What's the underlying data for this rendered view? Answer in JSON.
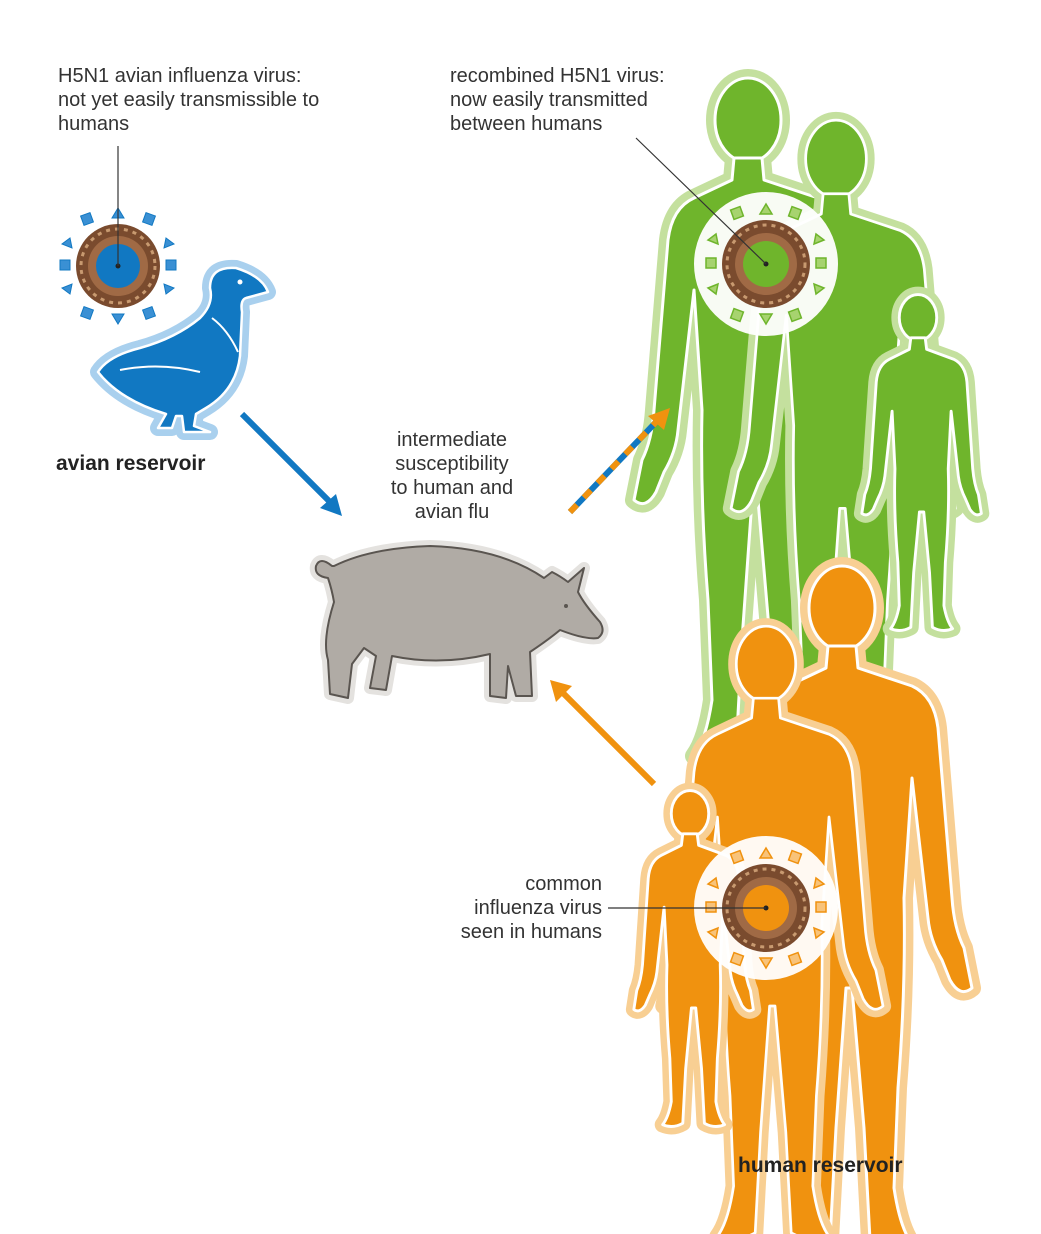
{
  "avian_virus_caption": [
    "H5N1 avian influenza virus:",
    "not yet easily transmissible to",
    "humans"
  ],
  "recombined_virus_caption": [
    "recombined H5N1 virus:",
    "now easily transmitted",
    "between humans"
  ],
  "intermediate_caption": [
    "intermediate",
    "susceptibility",
    "to human and",
    "avian flu"
  ],
  "common_virus_caption": [
    "common",
    "influenza virus",
    "seen in humans"
  ],
  "avian_reservoir_label": "avian reservoir",
  "human_reservoir_label": "human reservoir",
  "colors": {
    "avian": "#1178c2",
    "avian_light": "#a9d0ee",
    "human_green": "#6fb52c",
    "human_green_light": "#c4e09e",
    "human_orange": "#f0920f",
    "human_orange_light": "#f8cf93",
    "pig": "#b0aba5",
    "virus_shell": "#7a4b2e",
    "virus_mid": "#a06a45",
    "text": "#333333"
  },
  "icons": [
    "duck-icon",
    "pig-icon",
    "human-silhouette-icon",
    "virus-particle-icon",
    "arrow-icon"
  ]
}
